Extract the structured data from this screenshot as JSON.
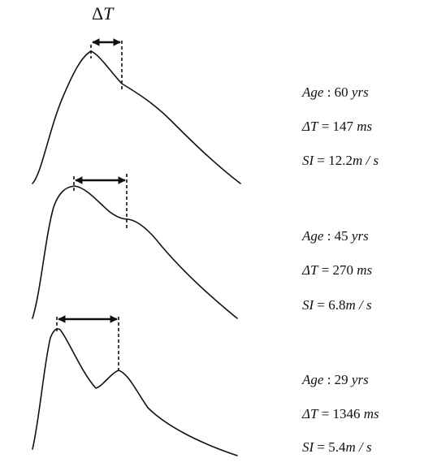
{
  "header": {
    "delta_symbol": "Δ",
    "t_symbol": "T"
  },
  "panels": [
    {
      "age_label": "Age",
      "age_value": "60",
      "age_unit": "yrs",
      "delta_label": "ΔT",
      "delta_value": "147",
      "delta_unit": "ms",
      "si_label": "SI",
      "si_value": "12.2",
      "si_unit": "m / s"
    },
    {
      "age_label": "Age",
      "age_value": "45",
      "age_unit": "yrs",
      "delta_label": "ΔT",
      "delta_value": "270",
      "delta_unit": "ms",
      "si_label": "SI",
      "si_value": "6.8",
      "si_unit": "m / s"
    },
    {
      "age_label": "Age",
      "age_value": "29",
      "age_unit": "yrs",
      "delta_label": "ΔT",
      "delta_value": "1346",
      "delta_unit": "ms",
      "si_label": "SI",
      "si_value": "5.4",
      "si_unit": "m / s"
    }
  ]
}
